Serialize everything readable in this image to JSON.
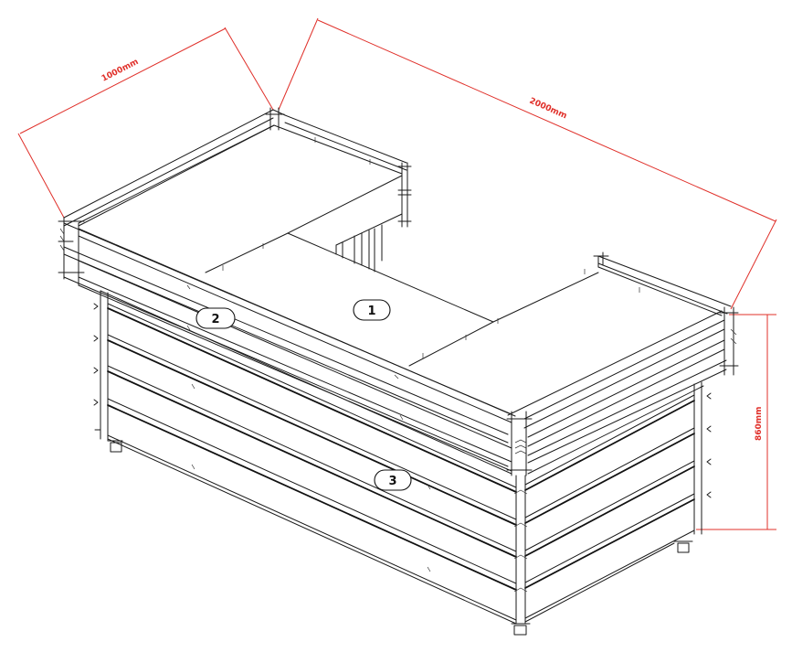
{
  "dimensions": {
    "depth": "1000mm",
    "width": "2000mm",
    "height": "860mm"
  },
  "callouts": [
    "1",
    "2",
    "3"
  ],
  "colors": {
    "dimension": "#e0302a",
    "line": "#1a1a1a"
  }
}
